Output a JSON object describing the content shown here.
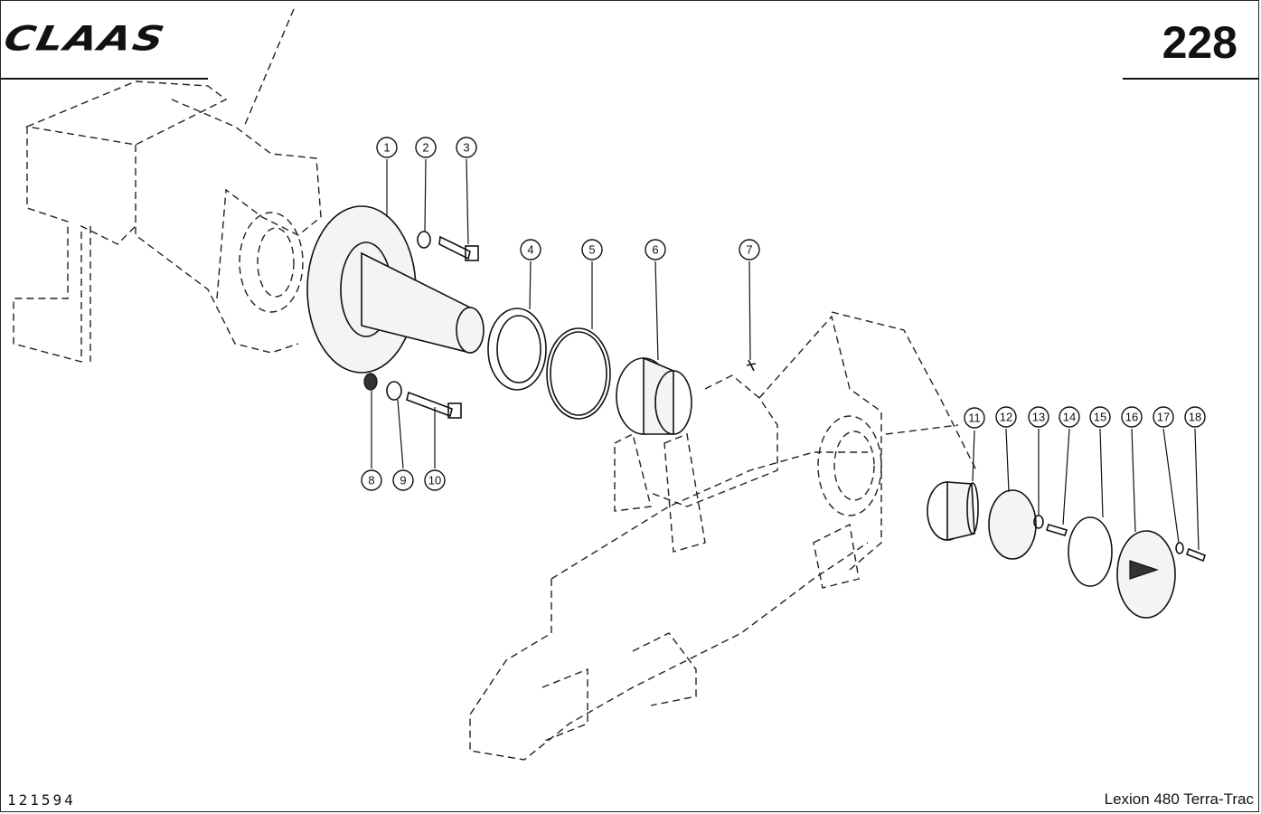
{
  "header": {
    "brand": "CLAAS",
    "page_number": "228"
  },
  "footer": {
    "drawing_number": "121594",
    "model": "Lexion 480 Terra-Trac"
  },
  "callouts": [
    "1",
    "2",
    "3",
    "4",
    "5",
    "6",
    "7",
    "8",
    "9",
    "10",
    "11",
    "12",
    "13",
    "14",
    "15",
    "16",
    "17",
    "18"
  ]
}
